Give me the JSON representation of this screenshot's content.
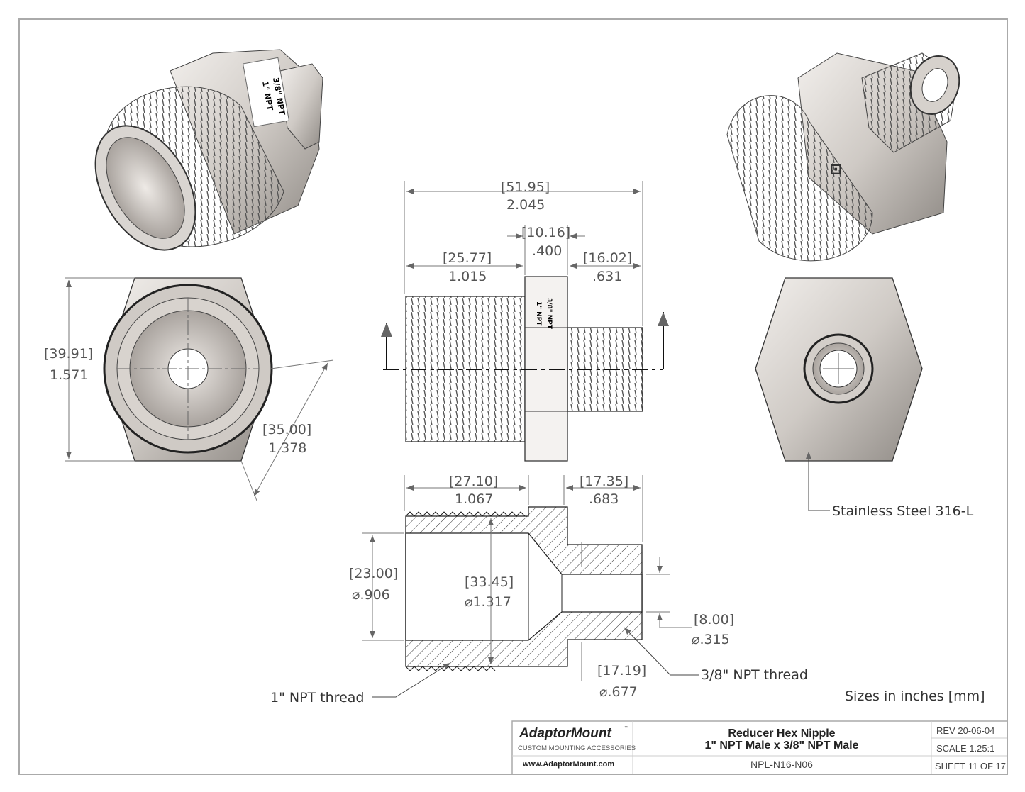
{
  "dimensions": {
    "overall_length": {
      "mm": "[51.95]",
      "in": "2.045"
    },
    "hex_width": {
      "mm": "[10.16]",
      "in": ".400"
    },
    "large_thread_length": {
      "mm": "[25.77]",
      "in": "1.015"
    },
    "small_thread_length": {
      "mm": "[16.02]",
      "in": ".631"
    },
    "hex_corners": {
      "mm": "[39.91]",
      "in": "1.571"
    },
    "hex_flats": {
      "mm": "[35.00]",
      "in": "1.378"
    },
    "large_bore_depth": {
      "mm": "[27.10]",
      "in": "1.067"
    },
    "small_end_length": {
      "mm": "[17.35]",
      "in": ".683"
    },
    "large_bore_dia": {
      "mm": "[23.00]",
      "in": "⌀.906"
    },
    "large_thread_dia": {
      "mm": "[33.45]",
      "in": "⌀1.317"
    },
    "small_bore_dia": {
      "mm": "[8.00]",
      "in": "⌀.315"
    },
    "small_thread_dia": {
      "mm": "[17.19]",
      "in": "⌀.677"
    }
  },
  "notes": {
    "material": "Stainless Steel 316-L",
    "large_thread": "1\" NPT thread",
    "small_thread": "3/8\" NPT thread",
    "units": "Sizes in inches [mm]",
    "hex_marking_1": "1\" NPT",
    "hex_marking_2": "3/8\" NPT"
  },
  "title_block": {
    "brand": "AdaptorMount",
    "tm": "™",
    "tagline": "CUSTOM MOUNTING ACCESSORIES",
    "website": "www.AdaptorMount.com",
    "title_line1": "Reducer Hex Nipple",
    "title_line2": "1\" NPT Male x 3/8\" NPT Male",
    "part_number": "NPL-N16-N06",
    "rev": "REV 20-06-04",
    "scale": "SCALE 1.25:1",
    "sheet": "SHEET 11 OF 17"
  }
}
